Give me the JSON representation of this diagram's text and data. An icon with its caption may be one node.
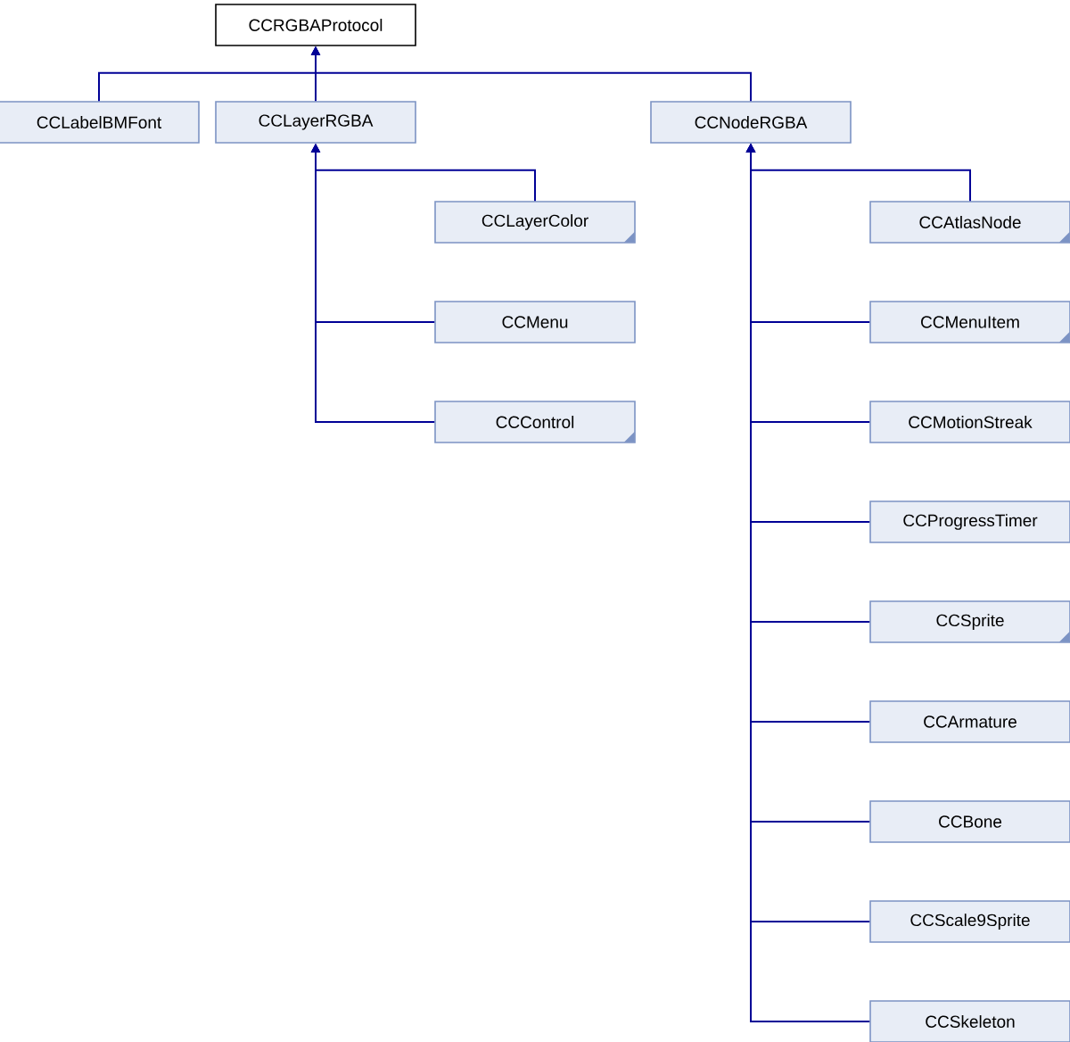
{
  "diagram": {
    "nodes": [
      {
        "text": [
          "CCRGBAProtocol"
        ]
      },
      {
        "text": [
          "CCLabelBMFont"
        ]
      },
      {
        "text": [
          "CCLayerRGBA"
        ]
      },
      {
        "text": [
          "CCNodeRGBA"
        ]
      },
      {
        "text": [
          "CCLayerColor"
        ]
      },
      {
        "text": [
          "CCMenu"
        ]
      },
      {
        "text": [
          "CCControl"
        ]
      },
      {
        "text": [
          "CCAtlasNode"
        ]
      },
      {
        "text": [
          "CCMenuItem"
        ]
      },
      {
        "text": [
          "CCMotionStreak"
        ]
      },
      {
        "text": [
          "CCProgressTimer"
        ]
      },
      {
        "text": [
          "CCSprite"
        ]
      },
      {
        "text": [
          "CCArmature"
        ]
      },
      {
        "text": [
          "CCBone"
        ]
      },
      {
        "text": [
          "CCScale9Sprite"
        ]
      },
      {
        "text": [
          "CCSkeleton"
        ]
      }
    ],
    "edges": [
      {
        "from": 1,
        "to": 0,
        "arrow": "to"
      },
      {
        "from": 2,
        "to": 0,
        "arrow": "to"
      },
      {
        "from": 3,
        "to": 0,
        "arrow": "to"
      },
      {
        "from": 4,
        "to": 2,
        "arrow": "to"
      },
      {
        "from": 5,
        "to": 2,
        "arrow": "to"
      },
      {
        "from": 6,
        "to": 2,
        "arrow": "to"
      },
      {
        "from": 7,
        "to": 3,
        "arrow": "to"
      },
      {
        "from": 8,
        "to": 3,
        "arrow": "to"
      },
      {
        "from": 9,
        "to": 3,
        "arrow": "to"
      },
      {
        "from": 10,
        "to": 3,
        "arrow": "to"
      },
      {
        "from": 11,
        "to": 3,
        "arrow": "to"
      },
      {
        "from": 12,
        "to": 3,
        "arrow": "to"
      },
      {
        "from": 13,
        "to": 3,
        "arrow": "to"
      },
      {
        "from": 14,
        "to": 3,
        "arrow": "to"
      },
      {
        "from": 15,
        "to": 3,
        "arrow": "to"
      }
    ]
  }
}
